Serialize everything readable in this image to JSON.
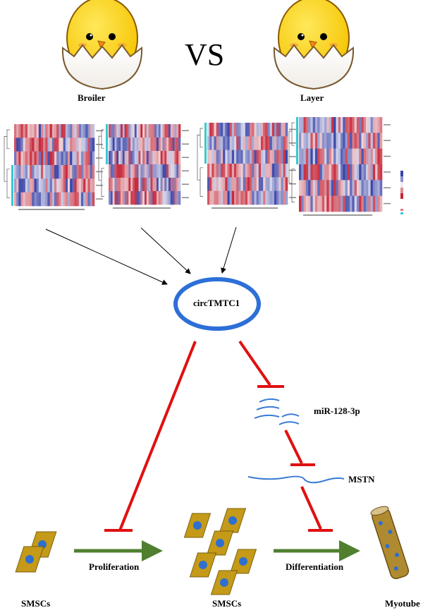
{
  "comparison": {
    "left": "Broiler",
    "right": "Layer",
    "vs": "VS"
  },
  "hub": {
    "label": "circTMTC1"
  },
  "mirna": {
    "label": "miR-128-3p"
  },
  "gene": {
    "label": "MSTN"
  },
  "cells": {
    "left": "SMSCs",
    "middle": "SMSCs",
    "right": "Myotube",
    "step1": "Proliferation",
    "step2": "Differentiation"
  },
  "colors": {
    "inhibit": "#e01010",
    "promote": "#4f7f2f",
    "hub_ring": "#2d6fd8",
    "cell_fill": "#c49a18",
    "nucleus": "#2e6fcf",
    "rna": "#3a7bd5",
    "heat_red": "#c8283a",
    "heat_blue": "#3a44a8"
  }
}
